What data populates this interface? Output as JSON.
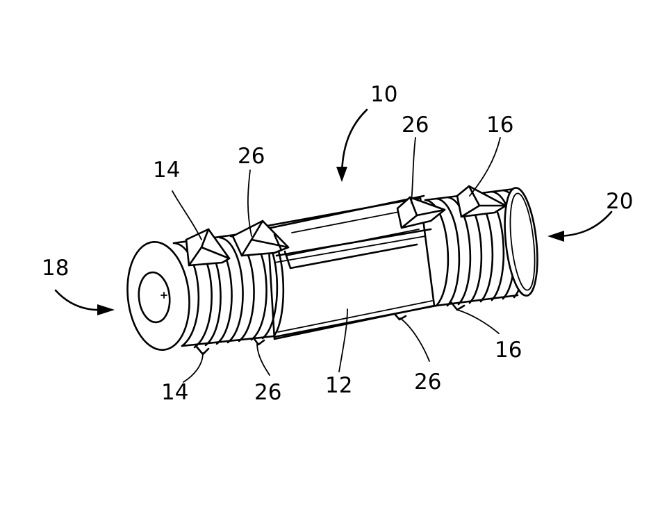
{
  "figure": {
    "labels": {
      "ref_10": "10",
      "ref_12": "12",
      "ref_14_top": "14",
      "ref_14_bottom": "14",
      "ref_16_top": "16",
      "ref_16_bottom": "16",
      "ref_18": "18",
      "ref_20": "20",
      "ref_26_top_left": "26",
      "ref_26_top_right": "26",
      "ref_26_bottom_left": "26",
      "ref_26_bottom_right": "26"
    },
    "colors": {
      "ink": "#000000",
      "background": "#ffffff"
    }
  }
}
